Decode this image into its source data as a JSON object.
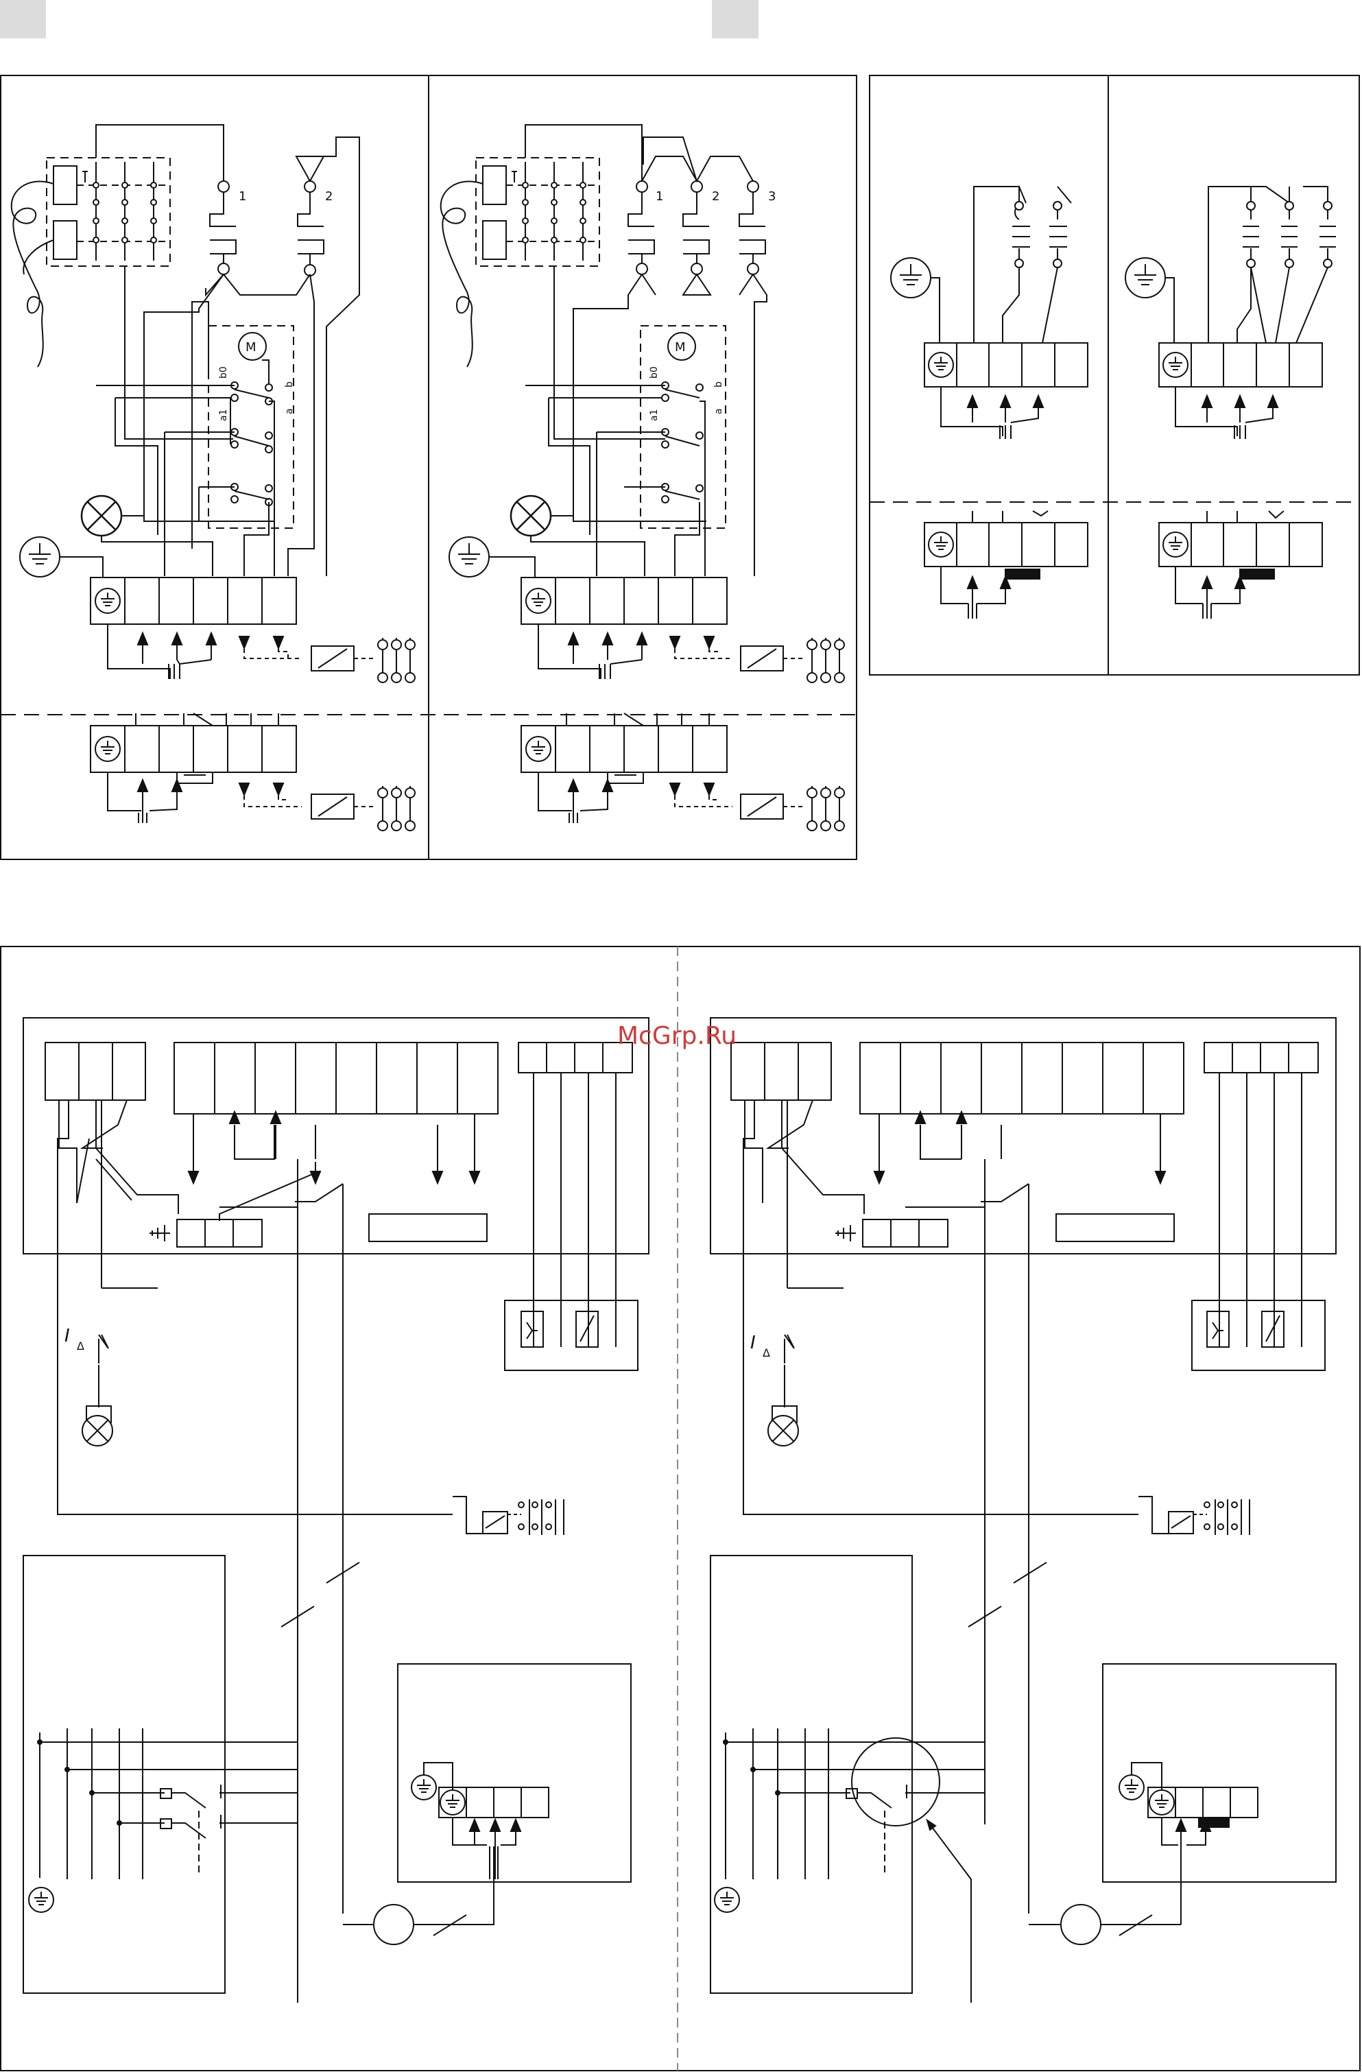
{
  "watermark": "McGrp.Ru",
  "colors": {
    "ink": "#111111",
    "tab": "#dcdcdc",
    "watermark": "#d13a3a",
    "divider": "#888888"
  },
  "top_left_diagrams": {
    "left": {
      "heater_labels": [
        "1",
        "2"
      ],
      "motor_label": "M",
      "switch_pole_labels": [
        "b0",
        "a1",
        "b",
        "a"
      ]
    },
    "right": {
      "heater_labels": [
        "1",
        "2",
        "3"
      ],
      "motor_label": "M",
      "switch_pole_labels": [
        "b0",
        "a1",
        "b",
        "a"
      ]
    }
  },
  "bottom_diagrams": {
    "rcd_label": "I",
    "rcd_subscript": "Δ"
  }
}
